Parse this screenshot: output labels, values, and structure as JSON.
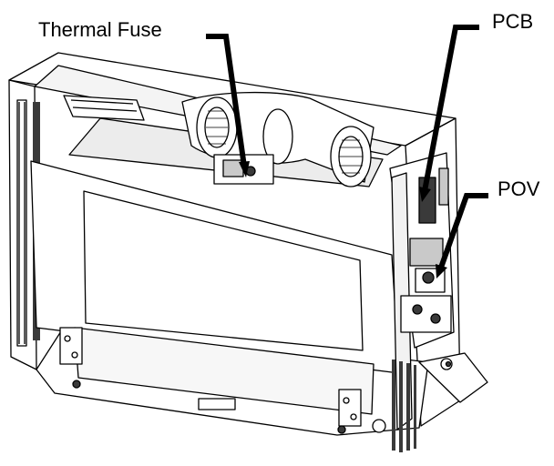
{
  "callouts": {
    "thermal_fuse": "Thermal Fuse",
    "pcb": "PCB",
    "pov": "POV"
  },
  "colors": {
    "line": "#000000",
    "face": "#ffffff",
    "shade": "#c9c9c9",
    "dark": "#3a3a3a"
  }
}
